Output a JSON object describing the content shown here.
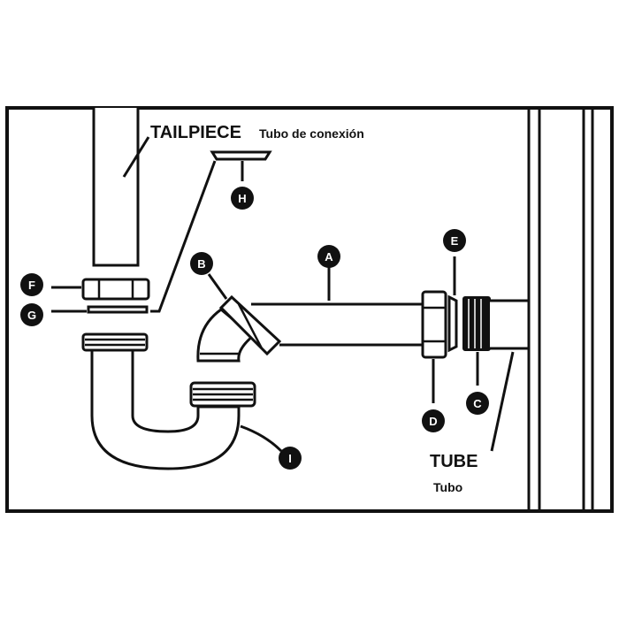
{
  "labels": {
    "tailpiece": "TAILPIECE",
    "tailpiece_es": "Tubo de conexión",
    "tube": "TUBE",
    "tube_es": "Tubo"
  },
  "callouts": {
    "a": "A",
    "b": "B",
    "c": "C",
    "d": "D",
    "e": "E",
    "f": "F",
    "g": "G",
    "h": "H",
    "i": "I"
  },
  "colors": {
    "ink": "#111111",
    "paper": "#ffffff"
  }
}
